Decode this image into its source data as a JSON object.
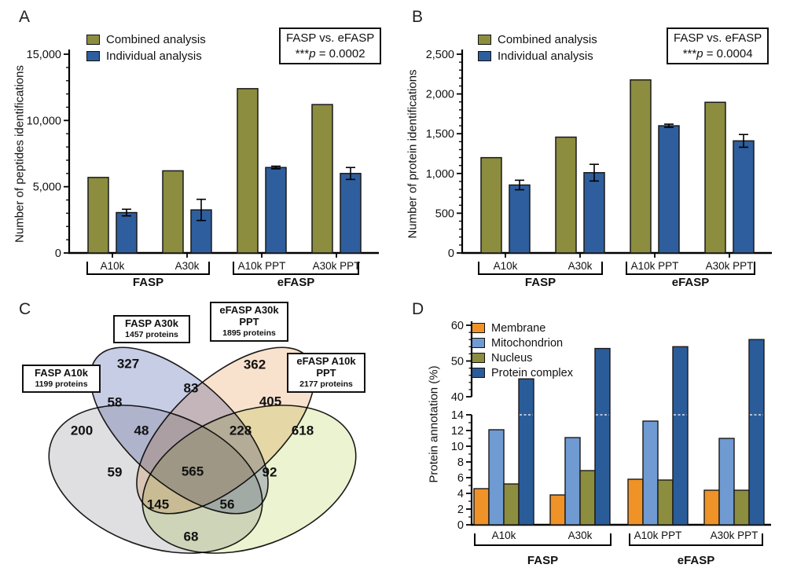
{
  "figure": {
    "background": "#ffffff",
    "panel_labels": [
      "A",
      "B",
      "C",
      "D"
    ]
  },
  "chart_data": [
    {
      "id": "A",
      "type": "bar",
      "ylabel": "Number of peptides identifications",
      "categories": [
        "A10k",
        "A30k",
        "A10k PPT",
        "A30k PPT"
      ],
      "group_brackets": [
        {
          "label": "FASP",
          "categories": [
            "A10k",
            "A30k"
          ]
        },
        {
          "label": "eFASP",
          "categories": [
            "A10k PPT",
            "A30k PPT"
          ]
        }
      ],
      "series": [
        {
          "name": "Combined analysis",
          "color": "#8c8d3e",
          "values": [
            5700,
            6200,
            12400,
            11200
          ],
          "errors": [
            0,
            0,
            0,
            0
          ]
        },
        {
          "name": "Individual analysis",
          "color": "#2e5e9d",
          "values": [
            3050,
            3250,
            6450,
            6000
          ],
          "errors": [
            250,
            800,
            100,
            450
          ]
        }
      ],
      "ylim": [
        0,
        15000
      ],
      "ytick_major": 5000,
      "ytick_minor": 1000,
      "grid": false,
      "legend_position": "top-left",
      "stat_box": {
        "title": "FASP vs. eFASP",
        "stars": "***",
        "p_var": "p",
        "p_rest": " = 0.0002"
      }
    },
    {
      "id": "B",
      "type": "bar",
      "ylabel": "Number of protein identifications",
      "categories": [
        "A10k",
        "A30k",
        "A10k PPT",
        "A30k PPT"
      ],
      "group_brackets": [
        {
          "label": "FASP",
          "categories": [
            "A10k",
            "A30k"
          ]
        },
        {
          "label": "eFASP",
          "categories": [
            "A10k PPT",
            "A30k PPT"
          ]
        }
      ],
      "series": [
        {
          "name": "Combined analysis",
          "color": "#8c8d3e",
          "values": [
            1199,
            1457,
            2177,
            1895
          ],
          "errors": [
            0,
            0,
            0,
            0
          ]
        },
        {
          "name": "Individual analysis",
          "color": "#2e5e9d",
          "values": [
            855,
            1010,
            1600,
            1410
          ],
          "errors": [
            60,
            105,
            20,
            80
          ]
        }
      ],
      "ylim": [
        0,
        2500
      ],
      "ytick_major": 500,
      "ytick_minor": 100,
      "grid": false,
      "legend_position": "top-left",
      "stat_box": {
        "title": "FASP vs. eFASP",
        "stars": "***",
        "p_var": "p",
        "p_rest": " = 0.0004"
      }
    },
    {
      "id": "C",
      "type": "venn",
      "sets": [
        {
          "name": "FASP A10k",
          "count_label": "1199 proteins",
          "size": 1199,
          "color": "#d6d6d8"
        },
        {
          "name": "FASP A30k",
          "count_label": "1457 proteins",
          "size": 1457,
          "color": "#b9bfdf"
        },
        {
          "name": "eFASP A30k PPT",
          "count_label": "1895 proteins",
          "size": 1895,
          "color": "#f7dabf"
        },
        {
          "name": "eFASP A10k PPT",
          "count_label": "2177 proteins",
          "size": 2177,
          "color": "#e7efc3"
        }
      ],
      "regions": [
        {
          "sets": [
            "FASP A30k"
          ],
          "value": 327
        },
        {
          "sets": [
            "FASP A30k",
            "eFASP A30k PPT"
          ],
          "value": 83
        },
        {
          "sets": [
            "eFASP A30k PPT"
          ],
          "value": 362
        },
        {
          "sets": [
            "FASP A10k",
            "FASP A30k"
          ],
          "value": 58
        },
        {
          "sets": [
            "eFASP A30k PPT",
            "eFASP A10k PPT"
          ],
          "value": 405
        },
        {
          "sets": [
            "FASP A10k"
          ],
          "value": 200
        },
        {
          "sets": [
            "FASP A10k",
            "FASP A30k",
            "eFASP A30k PPT"
          ],
          "value": 48
        },
        {
          "sets": [
            "FASP A30k",
            "eFASP A30k PPT",
            "eFASP A10k PPT"
          ],
          "value": 228
        },
        {
          "sets": [
            "eFASP A10k PPT"
          ],
          "value": 618
        },
        {
          "sets": [
            "FASP A10k",
            "eFASP A30k PPT"
          ],
          "value": 59
        },
        {
          "sets": [
            "FASP A10k",
            "FASP A30k",
            "eFASP A30k PPT",
            "eFASP A10k PPT"
          ],
          "value": 565
        },
        {
          "sets": [
            "FASP A30k",
            "eFASP A10k PPT"
          ],
          "value": 92
        },
        {
          "sets": [
            "FASP A10k",
            "eFASP A30k PPT",
            "eFASP A10k PPT"
          ],
          "value": 145
        },
        {
          "sets": [
            "FASP A10k",
            "FASP A30k",
            "eFASP A10k PPT"
          ],
          "value": 56
        },
        {
          "sets": [
            "FASP A10k",
            "eFASP A10k PPT"
          ],
          "value": 68
        }
      ]
    },
    {
      "id": "D",
      "type": "bar-broken-axis",
      "ylabel": "Protein annotation (%)",
      "categories": [
        "A10k",
        "A30k",
        "A10k PPT",
        "A30k PPT"
      ],
      "group_brackets": [
        {
          "label": "FASP",
          "categories": [
            "A10k",
            "A30k"
          ]
        },
        {
          "label": "eFASP",
          "categories": [
            "A10k PPT",
            "A30k PPT"
          ]
        }
      ],
      "series": [
        {
          "name": "Membrane",
          "color": "#ef9227",
          "values": [
            4.6,
            3.8,
            5.8,
            4.4
          ]
        },
        {
          "name": "Mitochondrion",
          "color": "#6f9ad2",
          "values": [
            12.1,
            11.1,
            13.2,
            11.0
          ]
        },
        {
          "name": "Nucleus",
          "color": "#8c8d3e",
          "values": [
            5.2,
            6.9,
            5.7,
            4.4
          ]
        },
        {
          "name": "Protein complex",
          "color": "#2b5c9a",
          "values": [
            45,
            53.5,
            54,
            56
          ]
        }
      ],
      "axis_lower": {
        "min": 0,
        "max": 14,
        "major": 2,
        "minor": 1
      },
      "axis_upper": {
        "min": 40,
        "max": 60,
        "major": 10,
        "minor": 2
      },
      "grid": false,
      "legend_position": "top-left"
    }
  ]
}
